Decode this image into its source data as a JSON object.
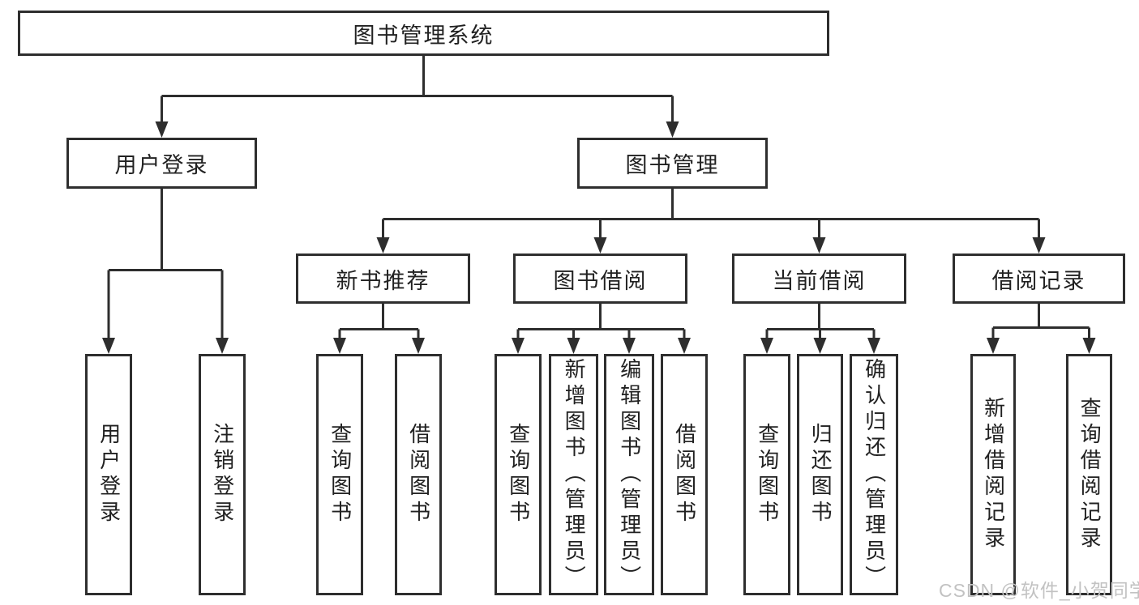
{
  "colors": {
    "line": "#2e2e2e",
    "text": "#212121",
    "watermark": "#c2c2c2",
    "bg": "#ffffff"
  },
  "watermark": {
    "text": "CSDN @软件_小贺同学"
  },
  "tree": {
    "label": "图书管理系统",
    "children": [
      {
        "label": "用户登录",
        "children": [
          {
            "label": "用户登录"
          },
          {
            "label": "注销登录"
          }
        ]
      },
      {
        "label": "图书管理",
        "children": [
          {
            "label": "新书推荐",
            "children": [
              {
                "label": "查询图书"
              },
              {
                "label": "借阅图书"
              }
            ]
          },
          {
            "label": "图书借阅",
            "children": [
              {
                "label": "查询图书"
              },
              {
                "label": "新增图书（管理员）"
              },
              {
                "label": "编辑图书（管理员）"
              },
              {
                "label": "借阅图书"
              }
            ]
          },
          {
            "label": "当前借阅",
            "children": [
              {
                "label": "查询图书"
              },
              {
                "label": "归还图书"
              },
              {
                "label": "确认归还（管理员）"
              }
            ]
          },
          {
            "label": "借阅记录",
            "children": [
              {
                "label": "新增借阅记录"
              },
              {
                "label": "查询借阅记录"
              }
            ]
          }
        ]
      }
    ]
  }
}
